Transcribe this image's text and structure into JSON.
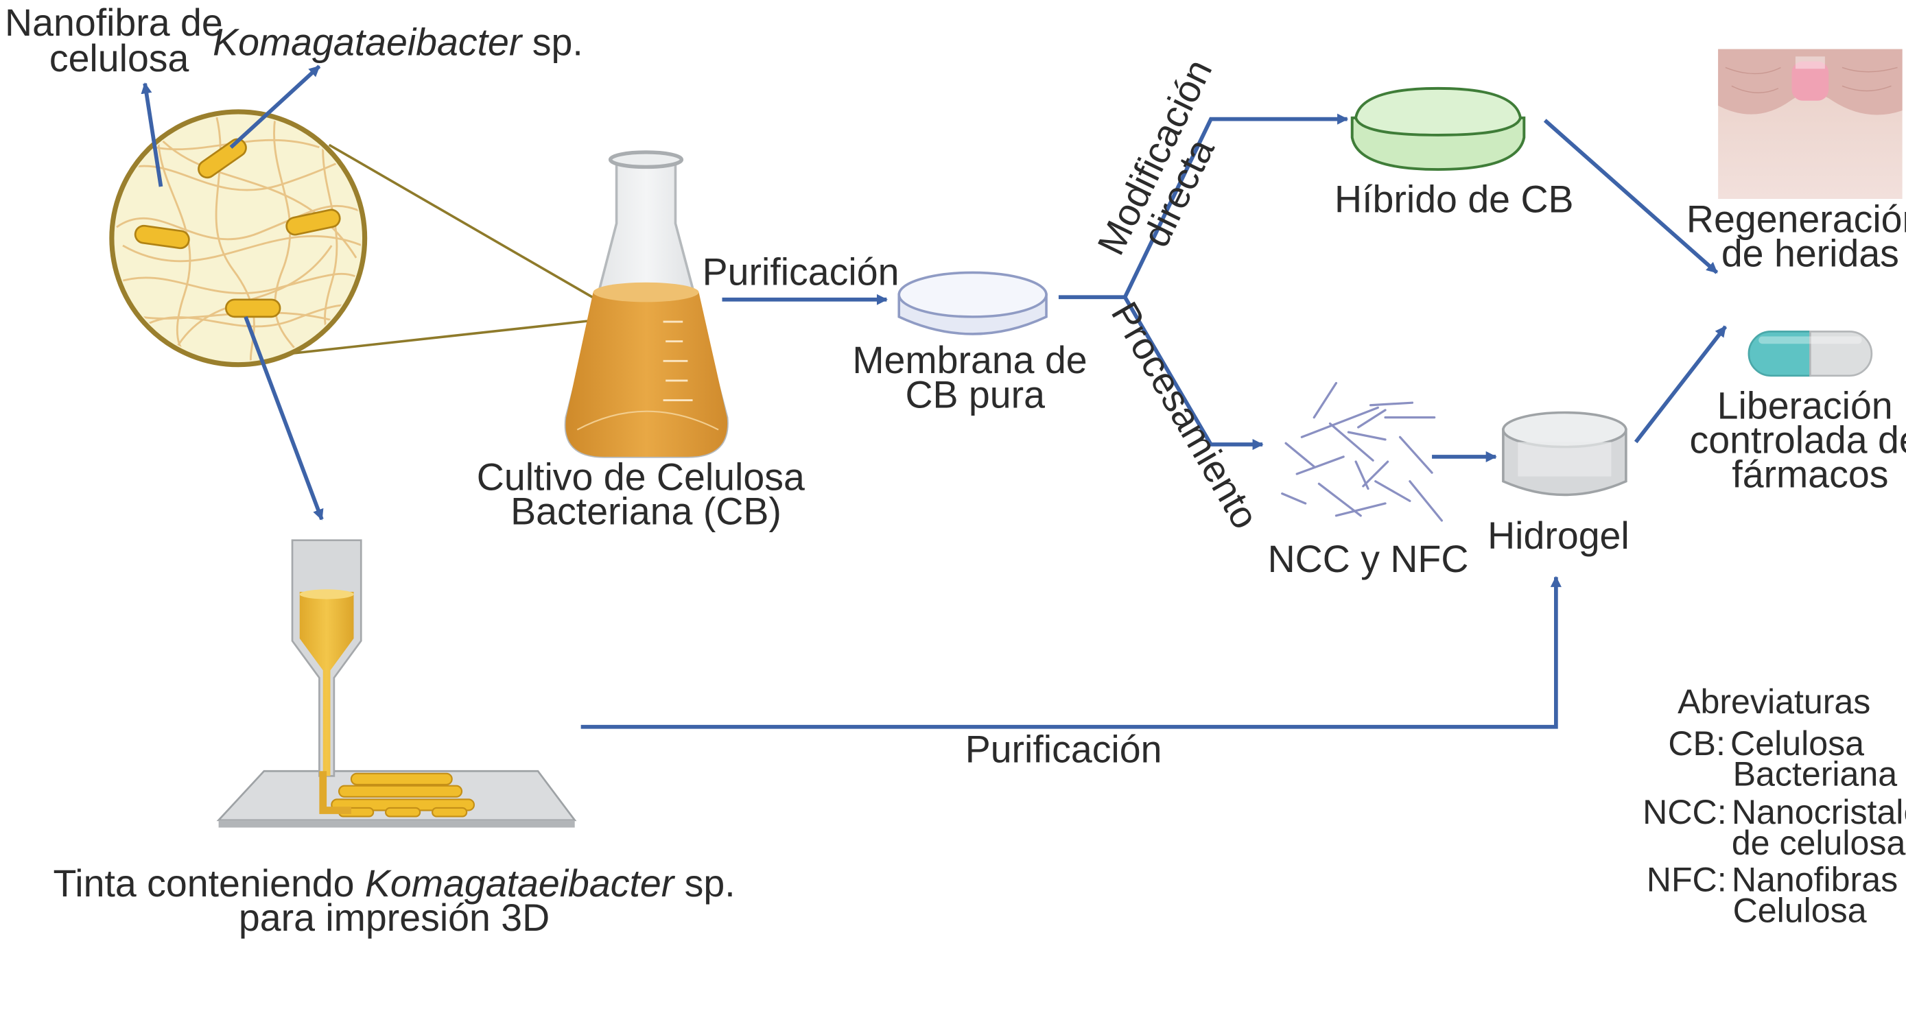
{
  "colors": {
    "arrow": "#3d63a8",
    "broth": "#e0a13a",
    "bacteria": "#f0bd2c",
    "hybrid_fill": "#d4efc8",
    "hybrid_stroke": "#3f7d38",
    "capsule_teal": "#5ec3c4",
    "membrane_fill": "#eef1fa",
    "skin": "#ecd3ce"
  },
  "labels": {
    "nanofibra": [
      "Nanofibra de",
      "celulosa"
    ],
    "komagataeibacter_italic": "Komagataeibacter",
    "komagataeibacter_rest": " sp.",
    "cultivo": [
      "Cultivo de Celulosa",
      "Bacteriana (CB)"
    ],
    "purificacion_top": "Purificación",
    "membrana": [
      "Membrana de",
      "CB pura"
    ],
    "modificacion": [
      "Modificación",
      "directa"
    ],
    "procesamiento": "Procesamiento",
    "hibrido": "Híbrido de  CB",
    "ncc_nfc": "NCC y NFC",
    "hidrogel": "Hidrogel",
    "regeneracion": [
      "Regeneración",
      "de heridas"
    ],
    "liberacion": [
      "Liberación",
      "controlada de",
      "fármacos"
    ],
    "tinta_prefix": "Tinta conteniendo ",
    "tinta_italic": "Komagataeibacter",
    "tinta_suffix": " sp.",
    "tinta_line2": "para impresión 3D",
    "purificacion_bottom": "Purificación"
  },
  "abbreviations": {
    "title": "Abreviaturas",
    "items": [
      {
        "key": "CB:",
        "lines": [
          "Celulosa",
          "Bacteriana"
        ]
      },
      {
        "key": "NCC:",
        "lines": [
          "Nanocristales",
          "de celulosa"
        ]
      },
      {
        "key": "NFC:",
        "lines": [
          "Nanofibras de",
          "Celulosa"
        ]
      }
    ]
  }
}
